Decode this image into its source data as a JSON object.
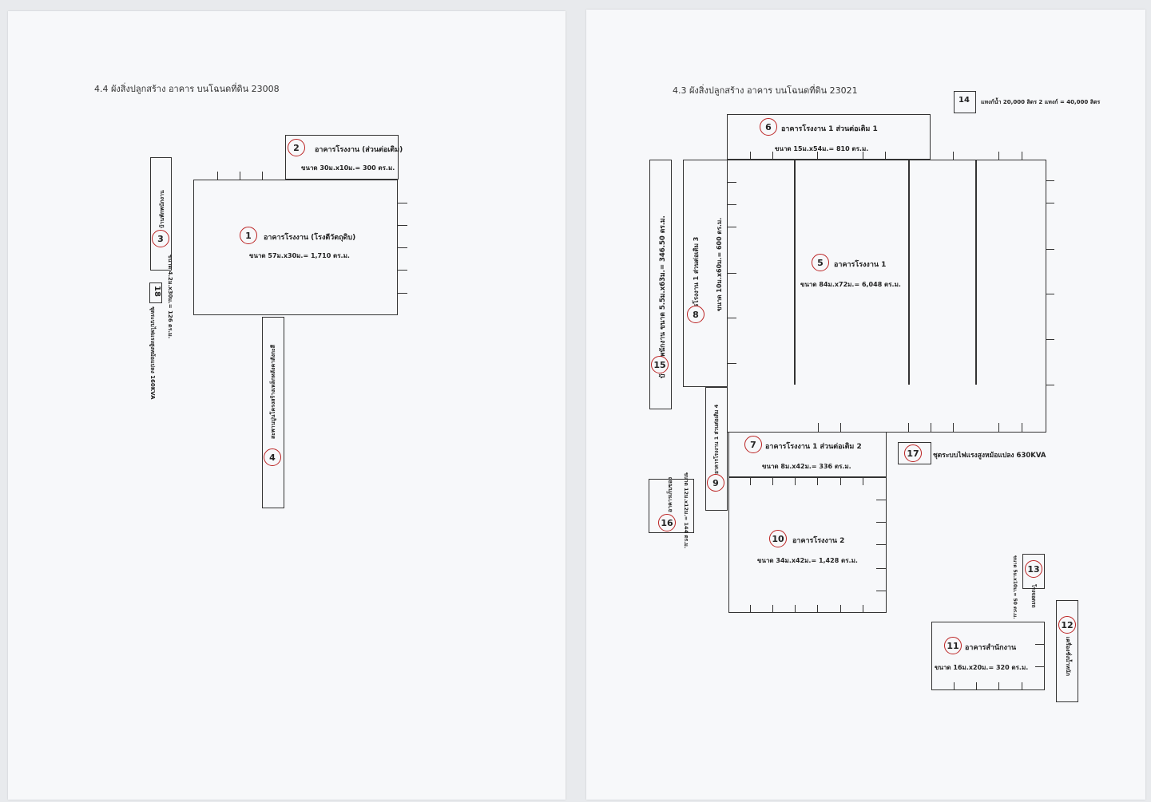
{
  "left": {
    "title": "4.4 ผังสิ่งปลูกสร้าง อาคาร บนโฉนดที่ดิน 23008",
    "b1": {
      "num": "1",
      "label": "อาคารโรงงาน (โรงตีวัตถุดิบ)",
      "size": "ขนาด 57ม.x30ม.= 1,710 ตร.ม."
    },
    "b2": {
      "num": "2",
      "label": "อาคารโรงงาน (ส่วนต่อเติม)",
      "size": "ขนาด 30ม.x10ม.= 300 ตร.ม."
    },
    "b3": {
      "num": "3",
      "label": "บ้านพักพนักงาน",
      "size": "ขนาด 4.2ม.x30ม.= 126 ตร.ม."
    },
    "b4": {
      "num": "4",
      "label": "สะพานปูนโครงสร้างเหล็กหลังคาสังกะสี"
    },
    "b18": {
      "num": "18",
      "label": "ชุดระบบไฟแรงสูงหม้อแปลง 160KVA"
    }
  },
  "right": {
    "title": "4.3 ผังสิ่งปลูกสร้าง อาคาร บนโฉนดที่ดิน 23021",
    "b5": {
      "num": "5",
      "label": "อาคารโรงงาน 1",
      "size": "ขนาด 84ม.x72ม.= 6,048 ตร.ม."
    },
    "b6": {
      "num": "6",
      "label": "อาคารโรงงาน 1 ส่วนต่อเติม 1",
      "size": "ขนาด 15ม.x54ม.= 810 ตร.ม."
    },
    "b7": {
      "num": "7",
      "label": "อาคารโรงงาน 1 ส่วนต่อเติม 2",
      "size": "ขนาด 8ม.x42ม.= 336 ตร.ม."
    },
    "b8": {
      "num": "8",
      "label": "อาคารโรงงาน 1 ส่วนต่อเติม 3",
      "size": "ขนาด 10ม.x60ม.= 600 ตร.ม."
    },
    "b9": {
      "num": "9",
      "label": "อาคารโรงงาน 1 ส่วนต่อเติม 4"
    },
    "b10": {
      "num": "10",
      "label": "อาคารโรงงาน 2",
      "size": "ขนาด 34ม.x42ม.= 1,428 ตร.ม."
    },
    "b11": {
      "num": "11",
      "label": "อาคารสำนักงาน",
      "size": "ขนาด 16ม.x20ม.= 320 ตร.ม."
    },
    "b12": {
      "num": "12",
      "label": "เครื่องชั่งน้ำหนัก"
    },
    "b13": {
      "num": "13",
      "label": "โรงจอดรถ",
      "size": "ขนาด 5ม.x10ม.= 50 ตร.ม."
    },
    "b14": {
      "num": "14",
      "label": "แทงก์น้ำ 20,000 ลิตร 2 แทงก์ = 40,000 ลิตร"
    },
    "b15": {
      "num": "15",
      "label": "บ้านพักพนักงาน ขนาด 5.5ม.x63ม.= 346.50 ตร.ม."
    },
    "b16": {
      "num": "16",
      "label": "อาคารเก็บของ",
      "size": "ขนาด 12ม.x12ม.= 144 ตร.ม."
    },
    "b17": {
      "num": "17",
      "label": "ชุดระบบไฟแรงสูงหม้อแปลง 630KVA"
    }
  }
}
